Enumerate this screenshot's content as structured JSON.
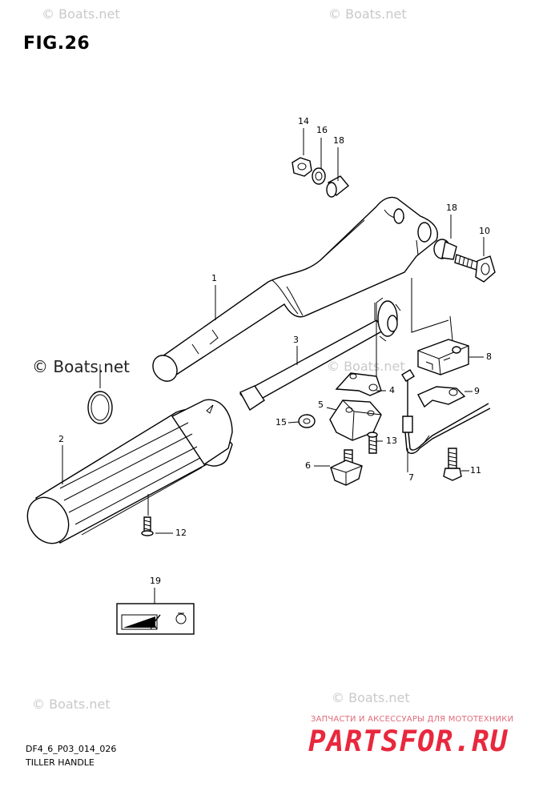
{
  "figure": {
    "title": "FIG.26",
    "code": "DF4_6_P03_014_026",
    "caption": "TILLER HANDLE"
  },
  "watermarks": {
    "text": "© Boats.net"
  },
  "shop": {
    "tagline": "ЗАПЧАСТИ И АКСЕССУАРЫ ДЛЯ МОТОТЕХНИКИ",
    "logo": "PARTSFOR.RU",
    "color": "#e8283d"
  },
  "parts": {
    "p1": "1",
    "p2": "2",
    "p3": "3",
    "p4": "4",
    "p5": "5",
    "p6": "6",
    "p7": "7",
    "p8": "8",
    "p9": "9",
    "p10": "10",
    "p11": "11",
    "p12": "12",
    "p13": "13",
    "p14": "14",
    "p15": "15",
    "p16": "16",
    "p18a": "18",
    "p18b": "18",
    "p19": "19"
  }
}
